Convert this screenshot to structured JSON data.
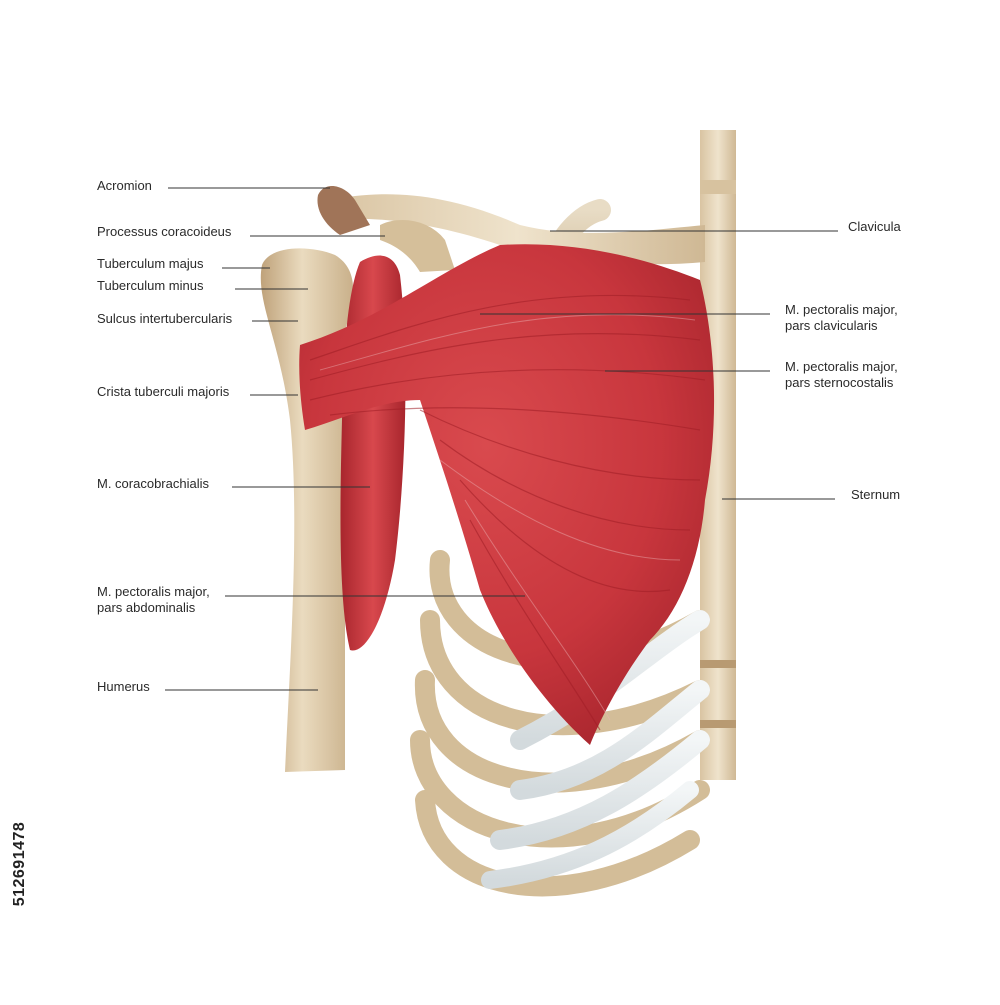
{
  "labels_left": {
    "acromion": "Acromion",
    "coracoid": "Processus coracoideus",
    "tub_majus": "Tuberculum majus",
    "tub_minus": "Tuberculum minus",
    "sulcus": "Sulcus intertubercularis",
    "crista": "Crista tuberculi majoris",
    "coracobrachialis": "M. coracobrachialis",
    "abdominalis_1": "M. pectoralis major,",
    "abdominalis_2": "pars abdominalis",
    "humerus": "Humerus"
  },
  "labels_right": {
    "clavicula": "Clavicula",
    "clavicularis_1": "M. pectoralis major,",
    "clavicularis_2": "pars clavicularis",
    "sternocostalis_1": "M. pectoralis major,",
    "sternocostalis_2": "pars sternocostalis",
    "sternum": "Sternum"
  },
  "stock_id": "512691478",
  "colors": {
    "bone": "#e3d2b6",
    "bone_shade": "#c4ab88",
    "cartilage": "#e8ecee",
    "muscle": "#c8363d",
    "muscle_dark": "#9e1f27",
    "leader": "#333333"
  }
}
